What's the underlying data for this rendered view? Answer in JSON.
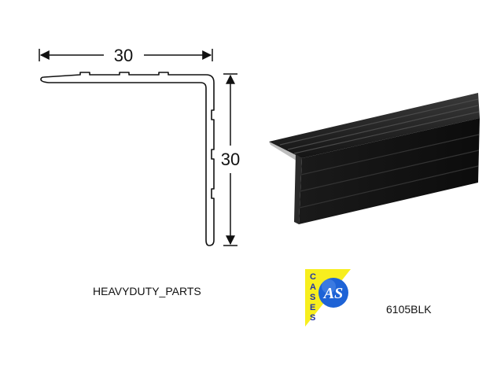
{
  "drawing": {
    "dim_width": "30",
    "dim_height": "30"
  },
  "captions": {
    "brand": "HEAVYDUTY_PARTS",
    "product_code": "6105BLK"
  },
  "logo": {
    "letters": [
      "C",
      "A",
      "S",
      "E",
      "S"
    ],
    "mark": "AS",
    "colors": {
      "triangle": "#f7ee1e",
      "circle": "#1e63d6",
      "letters": "#2233aa"
    }
  },
  "product": {
    "color": "#111111",
    "description_icon": "black-aluminium-angle-profile"
  }
}
